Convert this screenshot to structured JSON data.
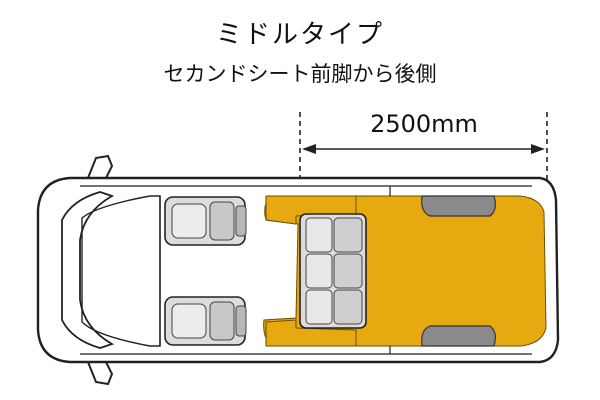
{
  "heading": {
    "title": "ミドルタイプ",
    "subtitle": "セカンドシート前脚から後側"
  },
  "dimension": {
    "label": "2500mm"
  },
  "colors": {
    "floor_highlight": "#e6a90f",
    "seat_fill": "#dcdcdc",
    "wheel_well": "#8a8a8a",
    "outline": "#222222"
  }
}
